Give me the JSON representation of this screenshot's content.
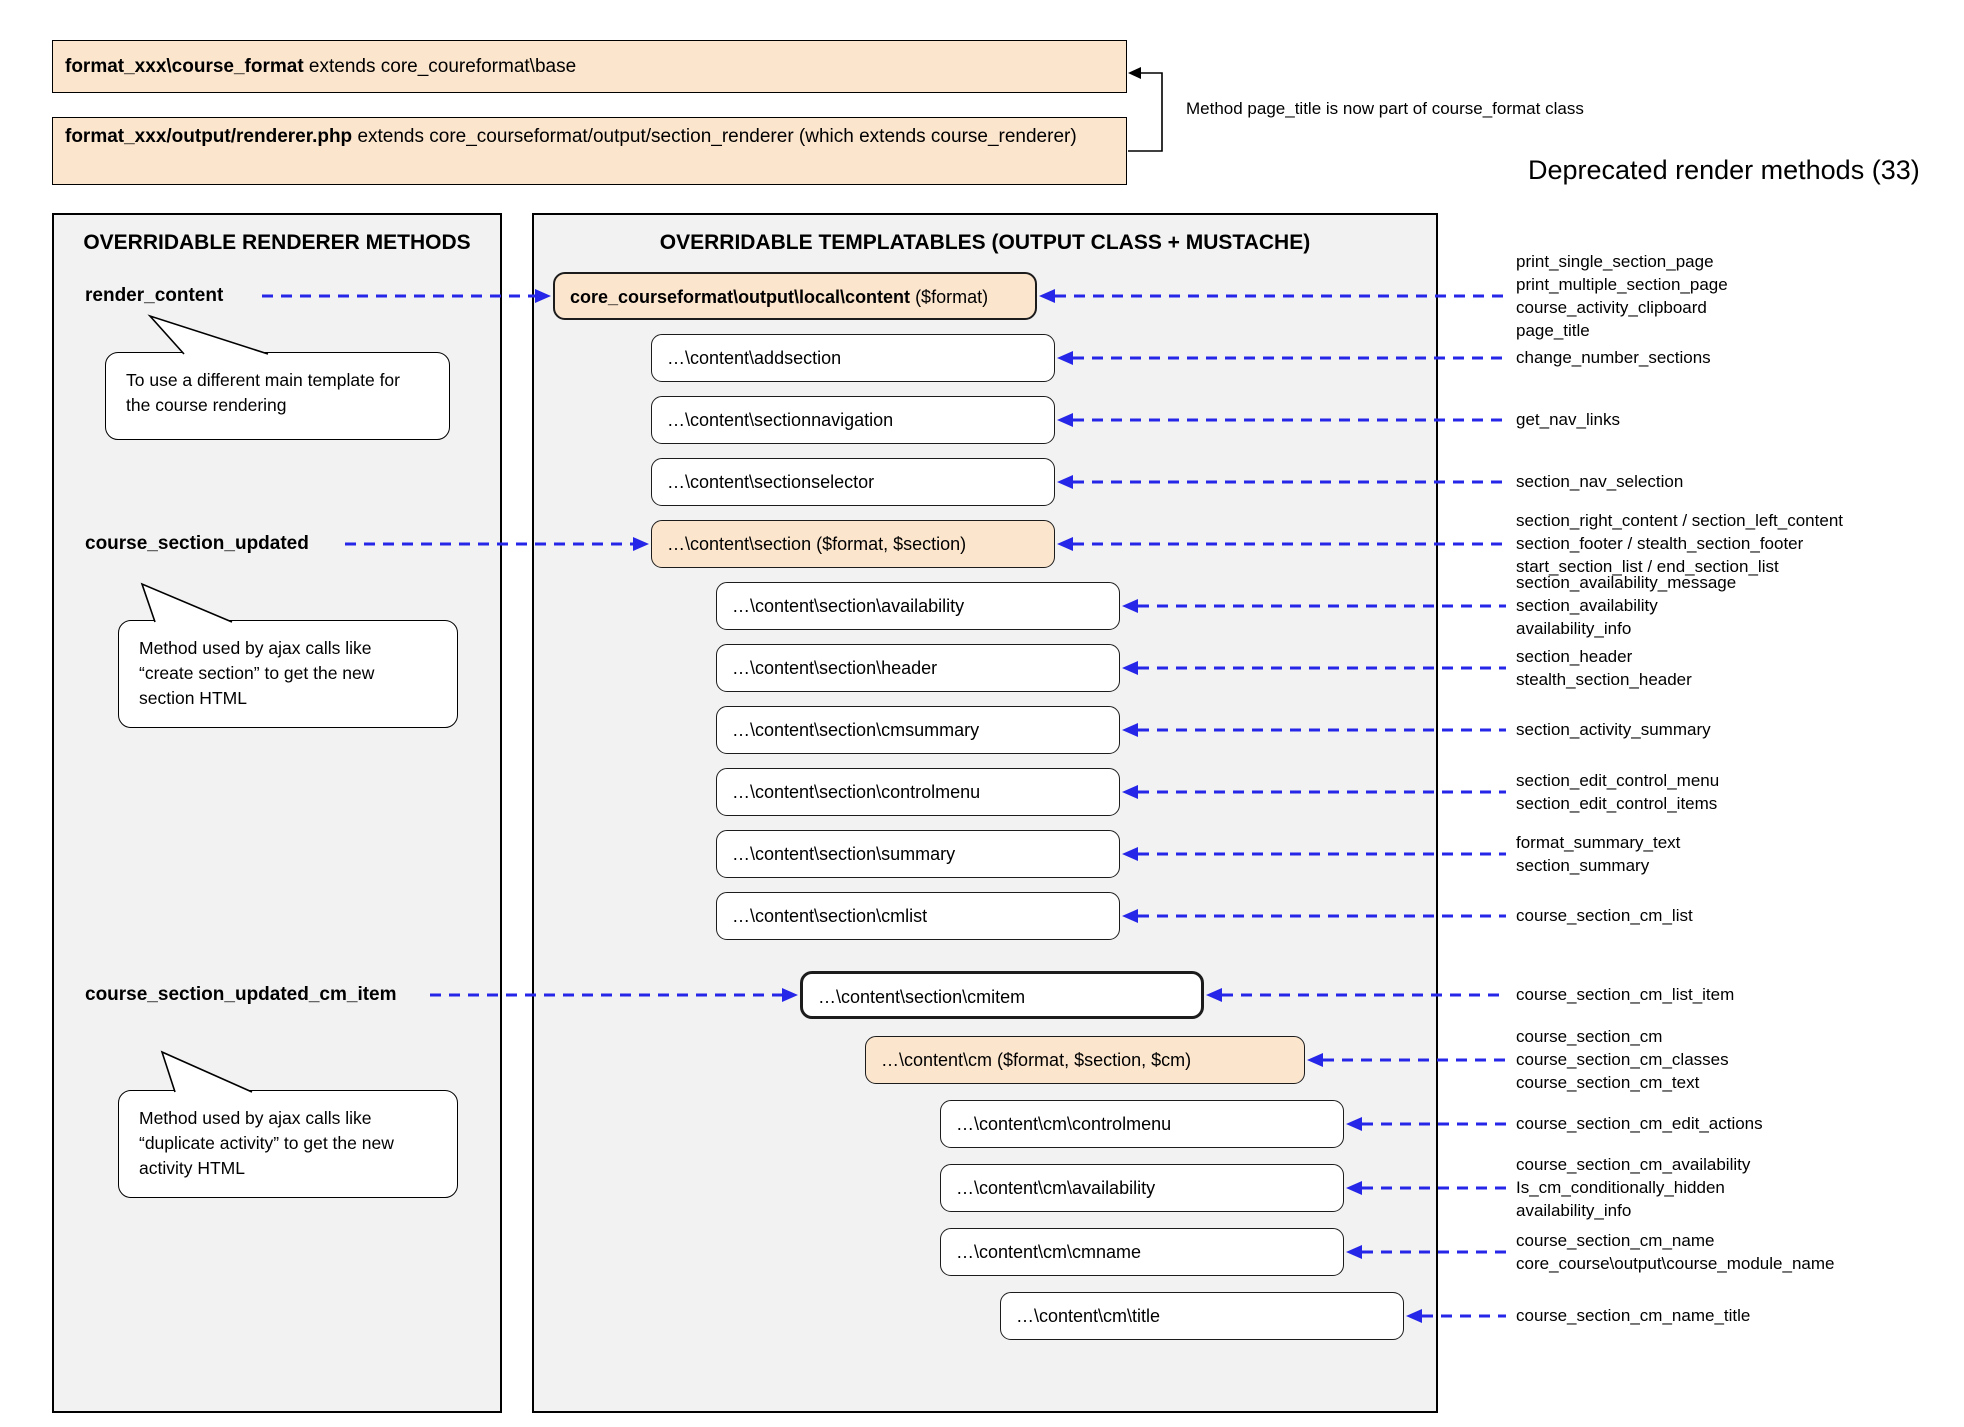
{
  "colors": {
    "accent_blue": "#2626e8",
    "highlight_orange": "#fce5cd",
    "panel_gray": "#f2f2f2"
  },
  "top": {
    "box1": {
      "bold": "format_xxx\\course_format",
      "rest": " extends core_coureformat\\base"
    },
    "box2": {
      "bold": "format_xxx/output/renderer.php",
      "rest": " extends core_courseformat/output/section_renderer (which extends course_renderer)"
    },
    "note": "Method page_title is now part of course_format class",
    "deprecated_title": "Deprecated render methods (33)"
  },
  "left_panel": {
    "title": "OVERRIDABLE RENDERER METHODS",
    "methods": [
      {
        "label": "render_content",
        "tooltip_lines": [
          "To use a different main template for",
          "the course rendering"
        ]
      },
      {
        "label": "course_section_updated",
        "tooltip_lines": [
          "Method used by ajax calls like",
          "“create section” to get the new",
          "section HTML"
        ]
      },
      {
        "label": "course_section_updated_cm_item",
        "tooltip_lines": [
          "Method used by ajax calls like",
          "“duplicate activity” to get the new",
          "activity HTML"
        ]
      }
    ]
  },
  "middle_panel": {
    "title": "OVERRIDABLE TEMPLATABLES (OUTPUT CLASS + MUSTACHE)",
    "boxes": [
      {
        "label": "core_courseformat\\output\\local\\content",
        "params": " ($format)"
      },
      {
        "label": "…\\content\\addsection",
        "params": ""
      },
      {
        "label": "…\\content\\sectionnavigation",
        "params": ""
      },
      {
        "label": "…\\content\\sectionselector",
        "params": ""
      },
      {
        "label": "…\\content\\section",
        "params": " ($format, $section)"
      },
      {
        "label": "…\\content\\section\\availability",
        "params": ""
      },
      {
        "label": "…\\content\\section\\header",
        "params": ""
      },
      {
        "label": "…\\content\\section\\cmsummary",
        "params": ""
      },
      {
        "label": "…\\content\\section\\controlmenu",
        "params": ""
      },
      {
        "label": "…\\content\\section\\summary",
        "params": ""
      },
      {
        "label": "…\\content\\section\\cmlist",
        "params": ""
      },
      {
        "label": "…\\content\\section\\cmitem",
        "params": ""
      },
      {
        "label": "…\\content\\cm",
        "params": " ($format, $section, $cm)"
      },
      {
        "label": "…\\content\\cm\\controlmenu",
        "params": ""
      },
      {
        "label": "…\\content\\cm\\availability",
        "params": ""
      },
      {
        "label": "…\\content\\cm\\cmname",
        "params": ""
      },
      {
        "label": "…\\content\\cm\\title",
        "params": ""
      }
    ]
  },
  "deprecated": {
    "groups": [
      {
        "lines": [
          "print_single_section_page",
          "print_multiple_section_page",
          "course_activity_clipboard",
          "page_title"
        ]
      },
      {
        "lines": [
          "change_number_sections"
        ]
      },
      {
        "lines": [
          "get_nav_links"
        ]
      },
      {
        "lines": [
          "section_nav_selection"
        ]
      },
      {
        "lines": [
          "section_right_content / section_left_content",
          "section_footer / stealth_section_footer",
          "start_section_list / end_section_list"
        ]
      },
      {
        "lines": [
          "section_availability_message",
          "section_availability",
          "availability_info"
        ]
      },
      {
        "lines": [
          "section_header",
          "stealth_section_header"
        ]
      },
      {
        "lines": [
          "section_activity_summary"
        ]
      },
      {
        "lines": [
          "section_edit_control_menu",
          "section_edit_control_items"
        ]
      },
      {
        "lines": [
          "format_summary_text",
          "section_summary"
        ]
      },
      {
        "lines": [
          "course_section_cm_list"
        ]
      },
      {
        "lines": [
          "course_section_cm_list_item"
        ]
      },
      {
        "lines": [
          "course_section_cm",
          "course_section_cm_classes",
          "course_section_cm_text"
        ]
      },
      {
        "lines": [
          "course_section_cm_edit_actions"
        ]
      },
      {
        "lines": [
          "course_section_cm_availability",
          "Is_cm_conditionally_hidden",
          "availability_info"
        ]
      },
      {
        "lines": [
          "course_section_cm_name",
          "core_course\\output\\course_module_name"
        ]
      },
      {
        "lines": [
          "course_section_cm_name_title"
        ]
      }
    ]
  }
}
